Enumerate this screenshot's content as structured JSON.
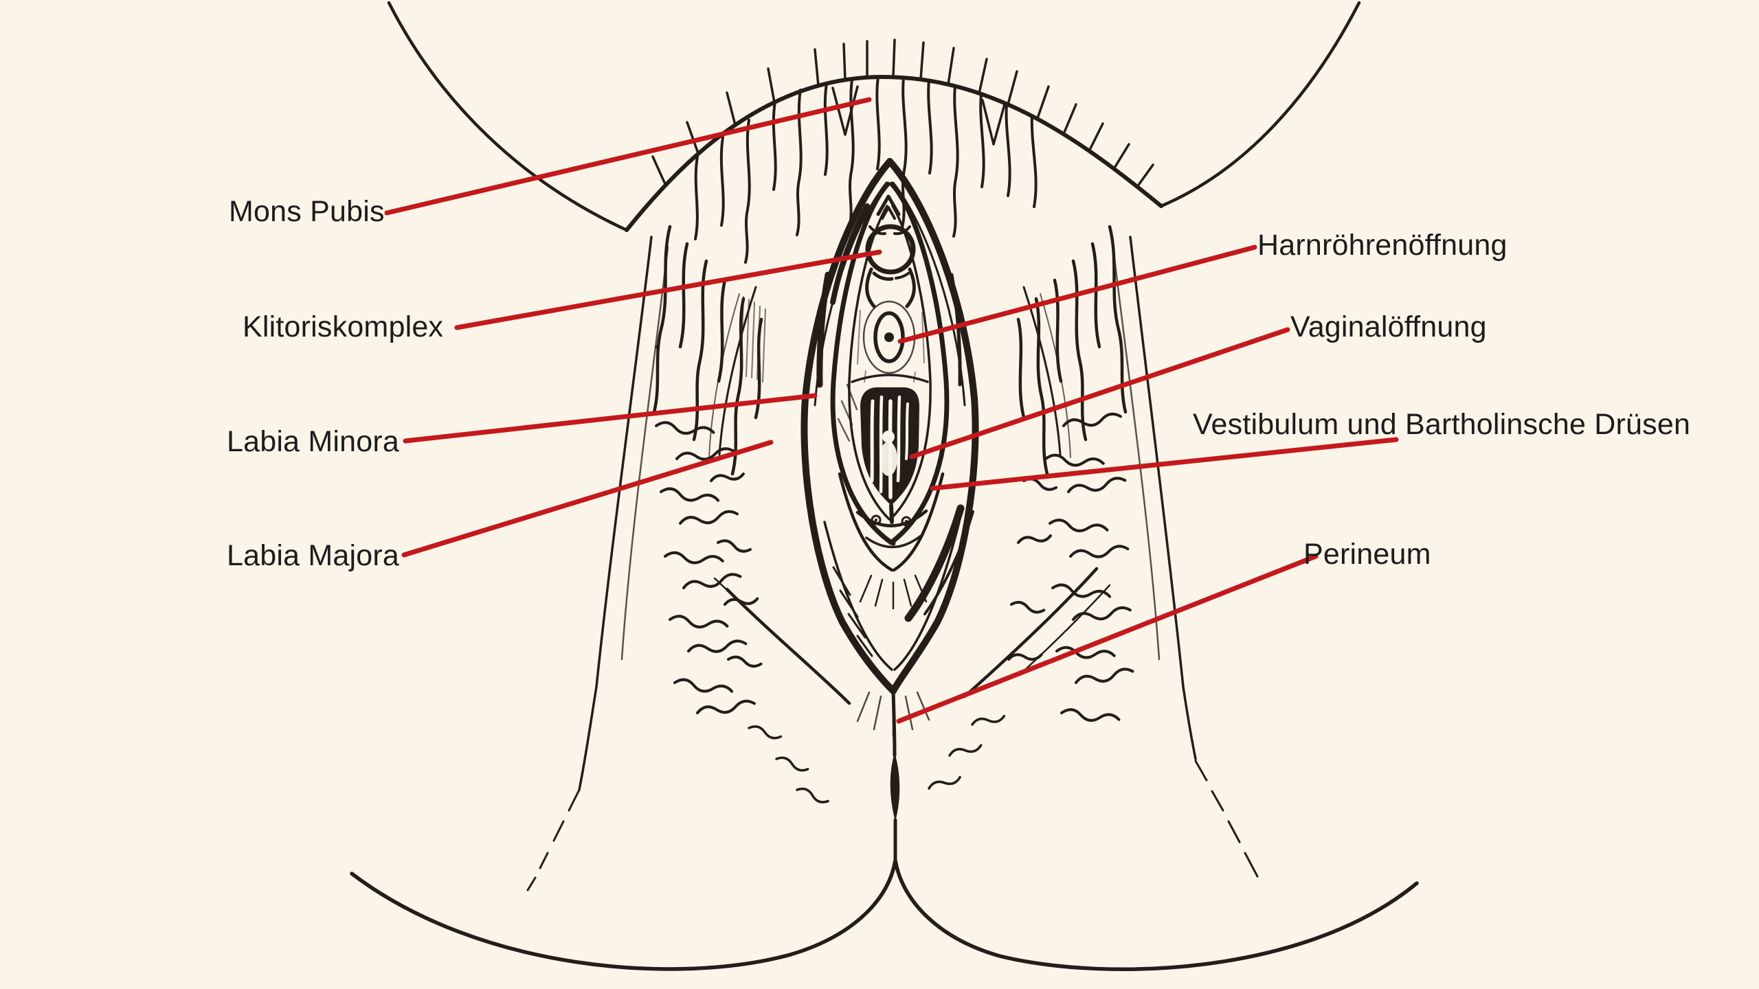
{
  "page": {
    "kind": "Anatomisches Schaubild (Strichzeichnung)",
    "language": "Deutsch / Latein"
  },
  "colors": {
    "background": "#FAF4E9",
    "ink": "#241E18",
    "leader_line": "#C4191C",
    "label_text": "#1C1C1C"
  },
  "labels": {
    "left": [
      {
        "id": "mons-pubis",
        "text": "Mons Pubis"
      },
      {
        "id": "klitoriskomplex",
        "text": "Klitoriskomplex"
      },
      {
        "id": "labia-minora",
        "text": "Labia Minora"
      },
      {
        "id": "labia-majora",
        "text": "Labia Majora"
      }
    ],
    "right": [
      {
        "id": "harnroehrenoeffnung",
        "text": "Harnröhrenöffnung"
      },
      {
        "id": "vaginaloeffnung",
        "text": "Vaginalöffnung"
      },
      {
        "id": "vestibulum-bartholin",
        "text": "Vestibulum und Bartholinsche Drüsen"
      },
      {
        "id": "perineum",
        "text": "Perineum"
      }
    ]
  }
}
